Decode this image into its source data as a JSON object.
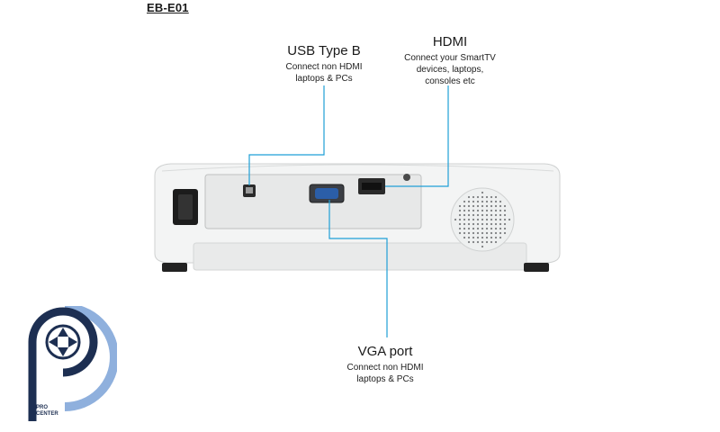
{
  "model": "EB-E01",
  "callouts": {
    "usb": {
      "title": "USB Type B",
      "desc": "Connect non HDMI\nlaptops & PCs"
    },
    "hdmi": {
      "title": "HDMI",
      "desc": "Connect your SmartTV\ndevices, laptops,\nconsoles etc"
    },
    "vga": {
      "title": "VGA port",
      "desc": "Connect non HDMI\nlaptops & PCs"
    }
  },
  "logo": {
    "line1": "PRO",
    "line2": "CENTER"
  },
  "colors": {
    "leader": "#1f9fd6",
    "body": "#f1f2f2",
    "logo_dark": "#1d2f52",
    "logo_light": "#8fb0dd"
  }
}
